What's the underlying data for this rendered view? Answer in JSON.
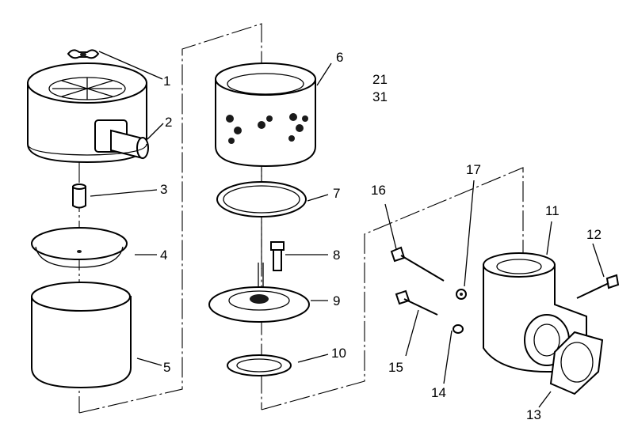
{
  "callouts": [
    "1",
    "2",
    "3",
    "4",
    "5",
    "6",
    "7",
    "8",
    "9",
    "10",
    "11",
    "12",
    "13",
    "14",
    "15",
    "16",
    "17"
  ],
  "notes": [
    "21",
    "31"
  ]
}
